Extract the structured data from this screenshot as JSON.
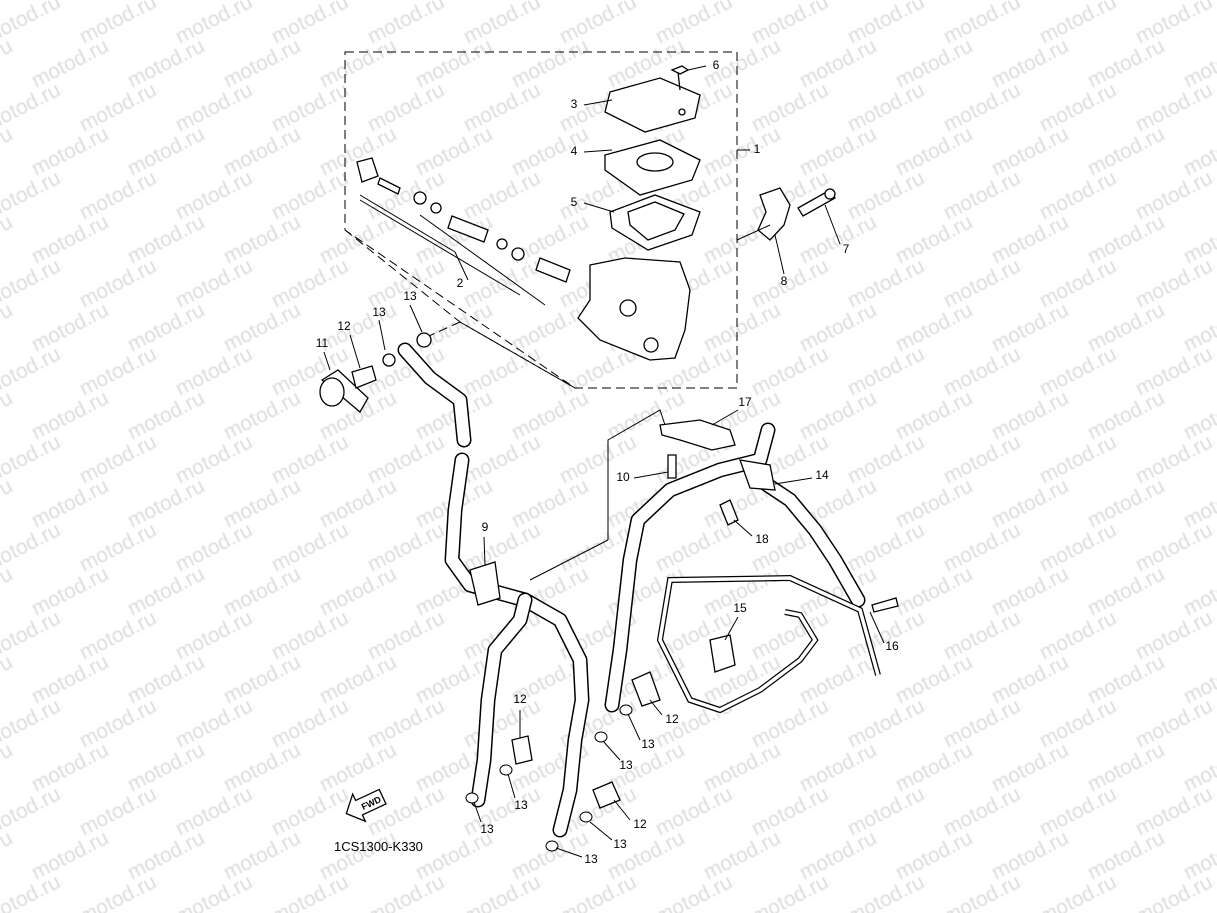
{
  "watermark": "motod.ru",
  "diagram_code": "1CS1300-K330",
  "fwd_label": "FWD",
  "callouts": [
    "6",
    "3",
    "4",
    "5",
    "1",
    "7",
    "8",
    "2",
    "13",
    "13",
    "12",
    "11",
    "17",
    "10",
    "14",
    "18",
    "9",
    "15",
    "16",
    "12",
    "12",
    "13",
    "13",
    "13",
    "13",
    "12",
    "13",
    "13"
  ]
}
